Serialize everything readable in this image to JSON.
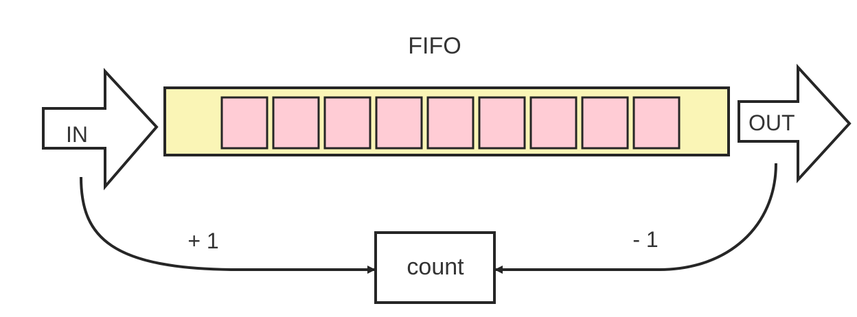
{
  "diagram": {
    "title": "FIFO",
    "input_label": "IN",
    "output_label": "OUT",
    "counter_label": "count",
    "increment_label": "+ 1",
    "decrement_label": "- 1",
    "slot_count": 9,
    "colors": {
      "queue_fill": "#FAF5B6",
      "slot_fill": "#FFCCD5",
      "stroke": "#262626",
      "text": "#333333",
      "background": "#FFFFFF"
    }
  }
}
